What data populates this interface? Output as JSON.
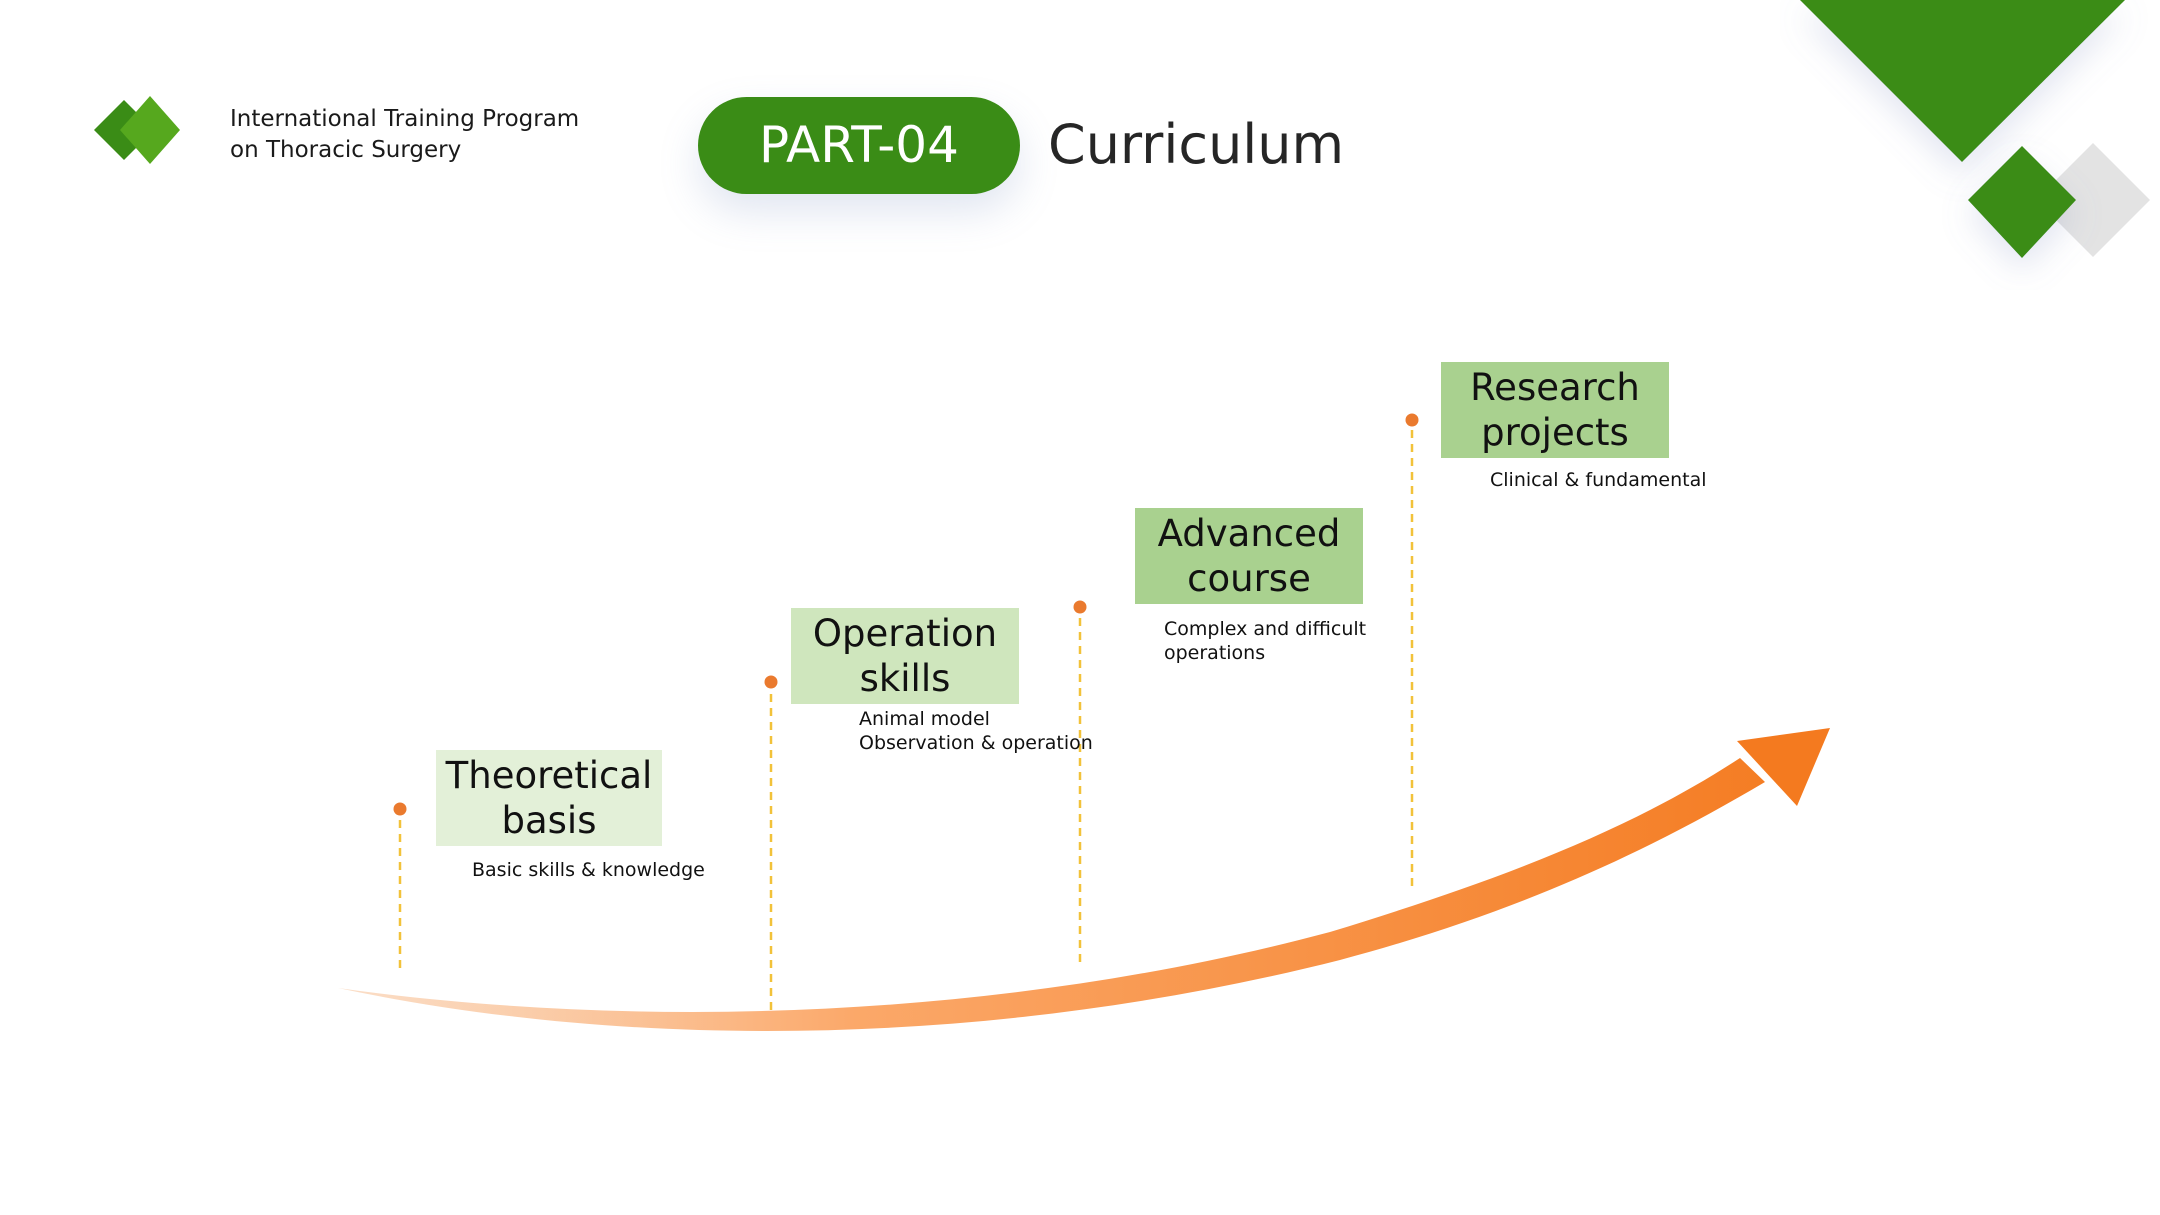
{
  "header": {
    "program_line1": "International Training Program",
    "program_line2": "on Thoracic Surgery",
    "part_label": "PART-04",
    "title": "Curriculum"
  },
  "steps": [
    {
      "label_line1": "Theoretical",
      "label_line2": "basis",
      "desc_line1": "Basic skills & knowledge",
      "desc_line2": ""
    },
    {
      "label_line1": "Operation",
      "label_line2": "skills",
      "desc_line1": "Animal model",
      "desc_line2": "Observation & operation"
    },
    {
      "label_line1": "Advanced",
      "label_line2": "course",
      "desc_line1": "Complex and difficult",
      "desc_line2": "operations"
    },
    {
      "label_line1": "Research",
      "label_line2": "projects",
      "desc_line1": "Clinical & fundamental",
      "desc_line2": ""
    }
  ],
  "colors": {
    "brand_green": "#3a8c16",
    "light_green": "#56a81e",
    "arrow_orange": "#f47a1f",
    "marker_orange": "#ea7a2e",
    "guide_yellow": "#f2c23a"
  }
}
